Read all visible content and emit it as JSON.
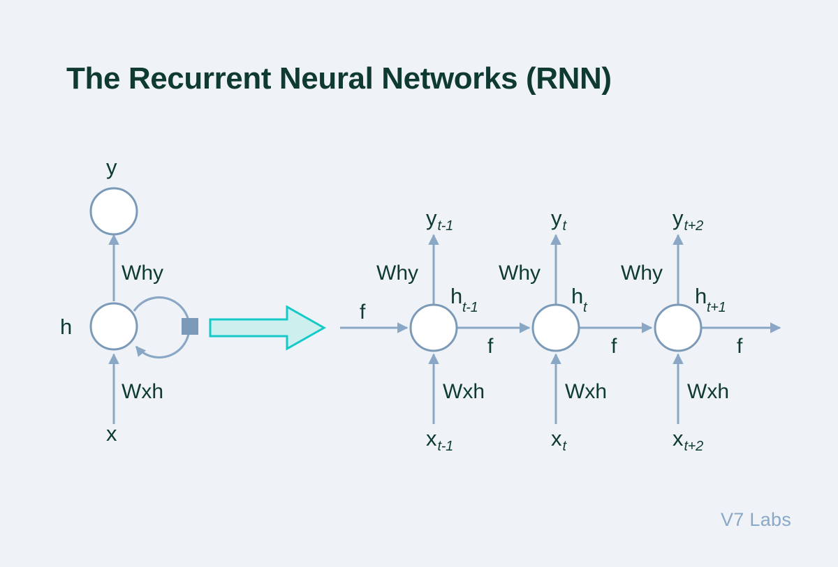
{
  "title": "The Recurrent Neural Networks (RNN)",
  "watermark": "V7 Labs",
  "colors": {
    "background": "#eff3f8",
    "title": "#0e3a32",
    "label": "#0e3a32",
    "node_stroke": "#7b9ab8",
    "node_fill": "#ffffff",
    "arrow": "#8aa8c6",
    "loop_square": "#7b9ab8",
    "big_arrow_fill": "#cdf0ef",
    "big_arrow_stroke": "#16c9c9",
    "watermark": "#8aa8c6"
  },
  "folded": {
    "caption_output": "y",
    "caption_hidden": "h",
    "caption_input": "x",
    "weight_output": "Why",
    "weight_input": "Wxh",
    "self_loop_name": "recurrent-loop"
  },
  "transition": {
    "arrow_name": "unroll-arrow"
  },
  "unrolled": {
    "entry_function": "f",
    "cells": [
      {
        "output": {
          "base": "y",
          "sub": "t-1"
        },
        "hidden": {
          "base": "h",
          "sub": "t-1"
        },
        "input": {
          "base": "x",
          "sub": "t-1"
        },
        "weight_output": "Why",
        "weight_input": "Wxh",
        "out_function": "f"
      },
      {
        "output": {
          "base": "y",
          "sub": "t"
        },
        "hidden": {
          "base": "h",
          "sub": "t"
        },
        "input": {
          "base": "x",
          "sub": "t"
        },
        "weight_output": "Why",
        "weight_input": "Wxh",
        "out_function": "f"
      },
      {
        "output": {
          "base": "y",
          "sub": "t+2"
        },
        "hidden": {
          "base": "h",
          "sub": "t+1"
        },
        "input": {
          "base": "x",
          "sub": "t+2"
        },
        "weight_output": "Why",
        "weight_input": "Wxh",
        "out_function": "f"
      }
    ]
  }
}
